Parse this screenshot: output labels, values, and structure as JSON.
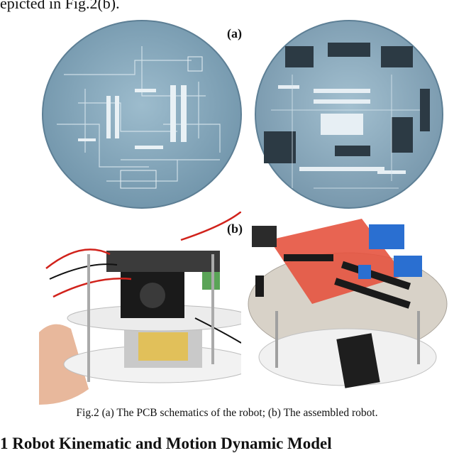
{
  "intro_text": "epicted in Fig.2(b).",
  "figure": {
    "label_a": "(a)",
    "label_b": "(b)",
    "caption": "Fig.2 (a) The PCB schematics of the robot; (b) The assembled robot."
  },
  "section_heading": "1 Robot Kinematic and Motion Dynamic Model",
  "colors": {
    "pcb_blue": "#8fb0c4",
    "pcb_trace": "#d8e6ee",
    "header_black": "#1a1a1a",
    "board_red": "#e5533f",
    "relay_blue": "#2a6fd1"
  }
}
